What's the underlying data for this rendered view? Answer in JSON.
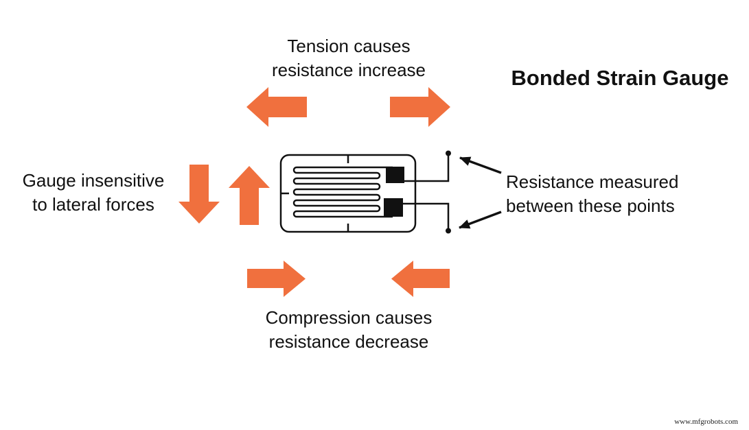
{
  "title": "Bonded Strain Gauge",
  "captions": {
    "tension": {
      "line1": "Tension causes",
      "line2": "resistance increase"
    },
    "lateral": {
      "line1": "Gauge insensitive",
      "line2": "to lateral forces"
    },
    "resistance": {
      "line1": "Resistance measured",
      "line2": "between these points"
    },
    "compression": {
      "line1": "Compression causes",
      "line2": "resistance decrease"
    }
  },
  "watermark": "www.mfgrobots.com",
  "colors": {
    "arrow_orange": "#F0703E",
    "ink": "#111111",
    "background": "#FFFFFF"
  },
  "icons": {
    "tension_left": "arrow-left-icon",
    "tension_right": "arrow-right-icon",
    "lateral_down": "arrow-down-icon",
    "lateral_up": "arrow-up-icon",
    "compression_right": "arrow-right-icon",
    "compression_left": "arrow-left-icon",
    "pointer_top": "pointer-arrow-icon",
    "pointer_bottom": "pointer-arrow-icon",
    "terminal_top": "terminal-dot-icon",
    "terminal_bottom": "terminal-dot-icon"
  }
}
